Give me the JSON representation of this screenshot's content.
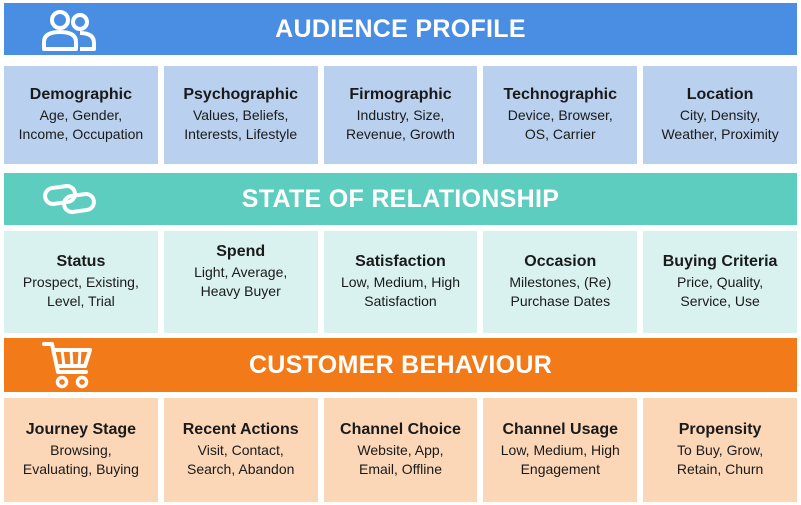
{
  "sections": [
    {
      "title": "AUDIENCE PROFILE",
      "icon": "users-icon",
      "color": "#4a8ee3",
      "cards": [
        {
          "title": "Demographic",
          "lines": [
            "Age, Gender,",
            "Income, Occupation"
          ]
        },
        {
          "title": "Psychographic",
          "lines": [
            "Values, Beliefs,",
            "Interests, Lifestyle"
          ]
        },
        {
          "title": "Firmographic",
          "lines": [
            "Industry, Size,",
            "Revenue, Growth"
          ]
        },
        {
          "title": "Technographic",
          "lines": [
            "Device, Browser,",
            "OS, Carrier"
          ]
        },
        {
          "title": "Location",
          "lines": [
            "City, Density,",
            "Weather, Proximity"
          ]
        }
      ]
    },
    {
      "title": "STATE OF RELATIONSHIP",
      "icon": "chain-link-icon",
      "color": "#5ccdbf",
      "cards": [
        {
          "title": "Status",
          "lines": [
            "Prospect, Existing,",
            "Level, Trial"
          ]
        },
        {
          "title": "Spend",
          "lines": [
            "Light, Average,",
            "Heavy Buyer"
          ]
        },
        {
          "title": "Satisfaction",
          "lines": [
            "Low, Medium, High",
            "Satisfaction"
          ]
        },
        {
          "title": "Occasion",
          "lines": [
            "Milestones, (Re)",
            "Purchase Dates"
          ]
        },
        {
          "title": "Buying Criteria",
          "lines": [
            "Price, Quality,",
            "Service, Use"
          ]
        }
      ]
    },
    {
      "title": "CUSTOMER BEHAVIOUR",
      "icon": "shopping-cart-icon",
      "color": "#f27a18",
      "cards": [
        {
          "title": "Journey Stage",
          "lines": [
            "Browsing,",
            "Evaluating, Buying"
          ]
        },
        {
          "title": "Recent Actions",
          "lines": [
            "Visit, Contact,",
            "Search, Abandon"
          ]
        },
        {
          "title": "Channel Choice",
          "lines": [
            "Website, App,",
            "Email, Offline"
          ]
        },
        {
          "title": "Channel Usage",
          "lines": [
            "Low, Medium, High",
            "Engagement"
          ]
        },
        {
          "title": "Propensity",
          "lines": [
            "To Buy, Grow,",
            "Retain, Churn"
          ]
        }
      ]
    }
  ]
}
